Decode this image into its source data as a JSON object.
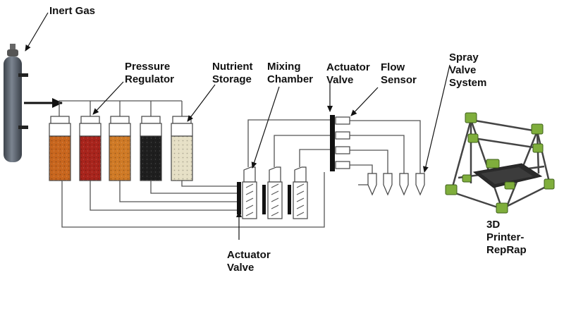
{
  "labels": {
    "inert_gas": "Inert Gas",
    "pressure_regulator": [
      "Pressure",
      "Regulator"
    ],
    "nutrient_storage": [
      "Nutrient",
      "Storage"
    ],
    "mixing_chamber": [
      "Mixing",
      "Chamber"
    ],
    "actuator_valve_top": [
      "Actuator",
      "Valve"
    ],
    "flow_sensor": [
      "Flow",
      "Sensor"
    ],
    "spray_valve_system": [
      "Spray",
      "Valve",
      "System"
    ],
    "actuator_valve_bottom": [
      "Actuator",
      "Valve"
    ],
    "printer": [
      "3D",
      "Printer-",
      "RepRap"
    ]
  },
  "colors": {
    "line": "#555555",
    "canister_1": "#c8661e",
    "canister_2": "#a8241c",
    "canister_3": "#cf7a26",
    "canister_4": "#1e1e1e",
    "canister_5": "#e6e0c6",
    "gas_cylinder": "#5b6470",
    "printer_frame": "#7fae3c",
    "printer_rod": "#444444"
  },
  "icons": [
    "gas-cylinder-icon",
    "canister-icon",
    "mixing-chamber-icon",
    "spray-nozzle-icon",
    "3d-printer-icon"
  ]
}
